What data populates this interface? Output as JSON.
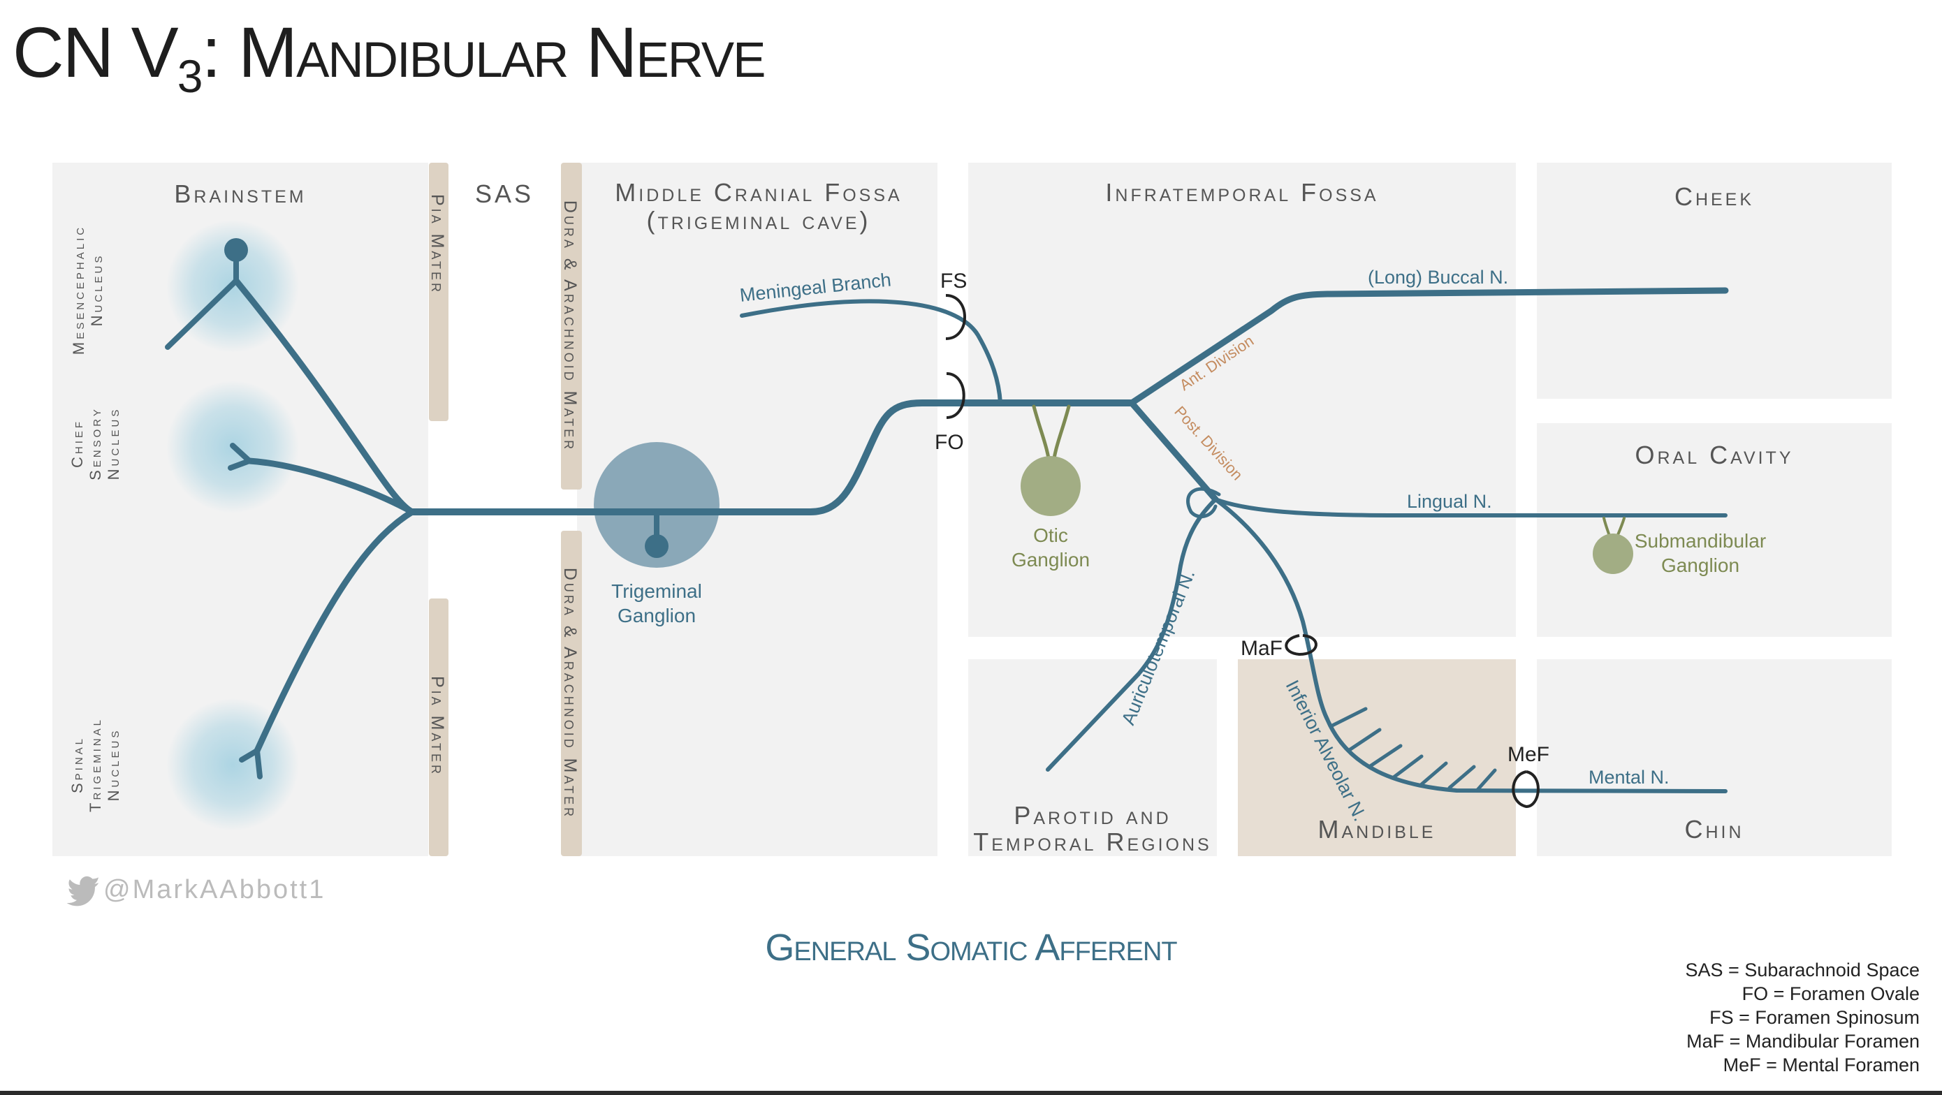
{
  "title": {
    "prefix": "CN V",
    "subscript": "3",
    "suffix": ": Mandibular Nerve"
  },
  "regions": {
    "brainstem": "Brainstem",
    "sas": "SAS",
    "middle_cranial_fossa_1": "Middle Cranial Fossa",
    "middle_cranial_fossa_2": "(trigeminal cave)",
    "infratemporal_fossa": "Infratemporal Fossa",
    "cheek": "Cheek",
    "oral_cavity": "Oral Cavity",
    "parotid_1": "Parotid and",
    "parotid_2": "Temporal Regions",
    "mandible": "Mandible",
    "chin": "Chin"
  },
  "membranes": {
    "pia_mater": "Pia Mater",
    "dura_arachnoid": "Dura & Arachnoid Mater"
  },
  "nuclei": {
    "mesencephalic_1": "Mesencephalic",
    "mesencephalic_2": "Nucleus",
    "chief_1": "Chief",
    "chief_2": "Sensory",
    "chief_3": "Nucleus",
    "spinal_1": "Spinal",
    "spinal_2": "Trigeminal",
    "spinal_3": "Nucleus"
  },
  "ganglia": {
    "trigeminal_1": "Trigeminal",
    "trigeminal_2": "Ganglion",
    "otic_1": "Otic",
    "otic_2": "Ganglion",
    "submandibular_1": "Submandibular",
    "submandibular_2": "Ganglion"
  },
  "nerves": {
    "meningeal": "Meningeal Branch",
    "buccal": "(Long) Buccal N.",
    "ant_division": "Ant. Division",
    "post_division": "Post. Division",
    "lingual": "Lingual N.",
    "auriculotemporal": "Auriculotemporal N.",
    "inferior_alveolar": "Inferior Alveolar N.",
    "mental": "Mental N."
  },
  "foramina": {
    "fs": "FS",
    "fo": "FO",
    "maf": "MaF",
    "mef": "MeF"
  },
  "credit": "@MarkAAbbott1",
  "subtitle": "General Somatic Afferent",
  "legend": [
    "SAS = Subarachnoid Space",
    "FO = Foramen Ovale",
    "FS = Foramen Spinosum",
    "MaF = Mandibular Foramen",
    "MeF = Mental Foramen"
  ],
  "colors": {
    "nerve": "#3d6f87",
    "box": "#f2f2f2",
    "membrane": "#ddd2c3",
    "mandible_fill": "#e7ded3",
    "ganglion_green": "#a2ad84",
    "label_green": "#7d8a52",
    "division_orange": "#c48c60",
    "region_text": "#555555",
    "nucleus_glow": "#a9d3e2"
  }
}
